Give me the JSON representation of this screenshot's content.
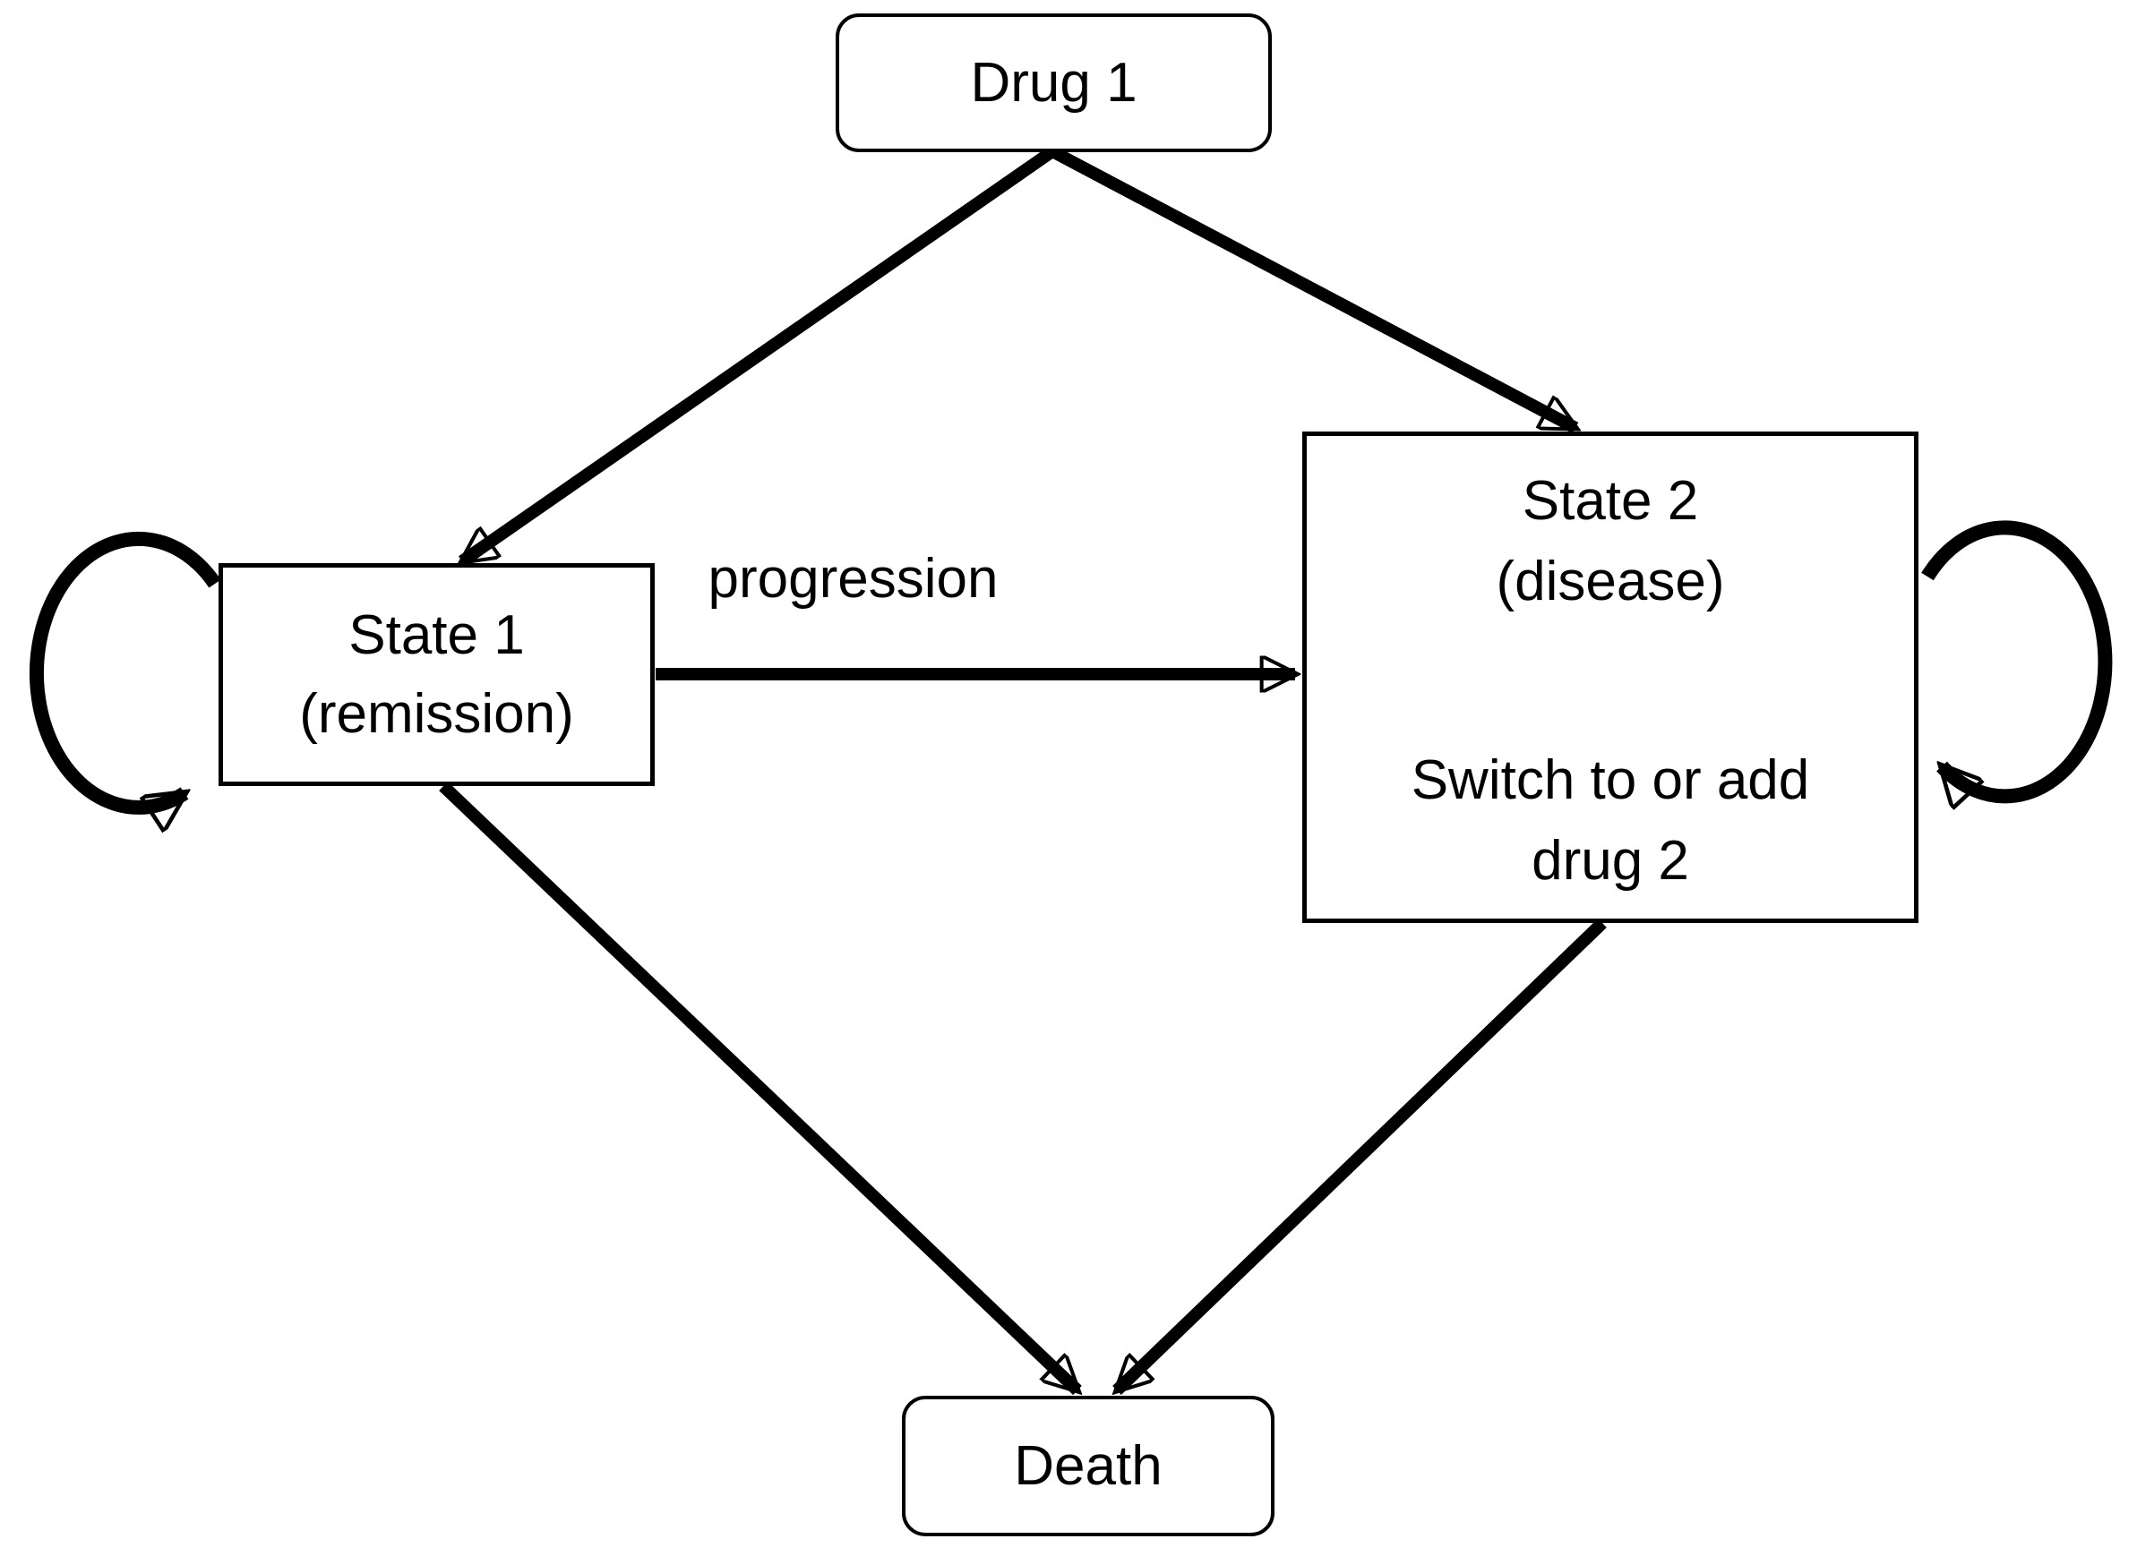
{
  "diagram": {
    "background_color": "#ffffff",
    "line_color": "#000000",
    "nodes": {
      "drug1": {
        "label": "Drug 1",
        "shape": "rounded-rectangle"
      },
      "state1": {
        "lines": [
          "State 1",
          "(remission)"
        ],
        "shape": "rectangle"
      },
      "state2": {
        "lines": [
          "State 2",
          "(disease)",
          "Switch to or add",
          "drug 2"
        ],
        "shape": "rectangle"
      },
      "death": {
        "label": "Death",
        "shape": "rounded-rectangle"
      }
    },
    "edge_labels": {
      "progression": "progression"
    },
    "edges": [
      {
        "from": "drug1",
        "to": "state1",
        "label": ""
      },
      {
        "from": "drug1",
        "to": "state2",
        "label": ""
      },
      {
        "from": "state1",
        "to": "state2",
        "label": "progression"
      },
      {
        "from": "state1",
        "to": "death",
        "label": ""
      },
      {
        "from": "state2",
        "to": "death",
        "label": ""
      },
      {
        "from": "state1",
        "to": "state1",
        "label": "",
        "type": "self-loop"
      },
      {
        "from": "state2",
        "to": "state2",
        "label": "",
        "type": "self-loop"
      }
    ]
  }
}
